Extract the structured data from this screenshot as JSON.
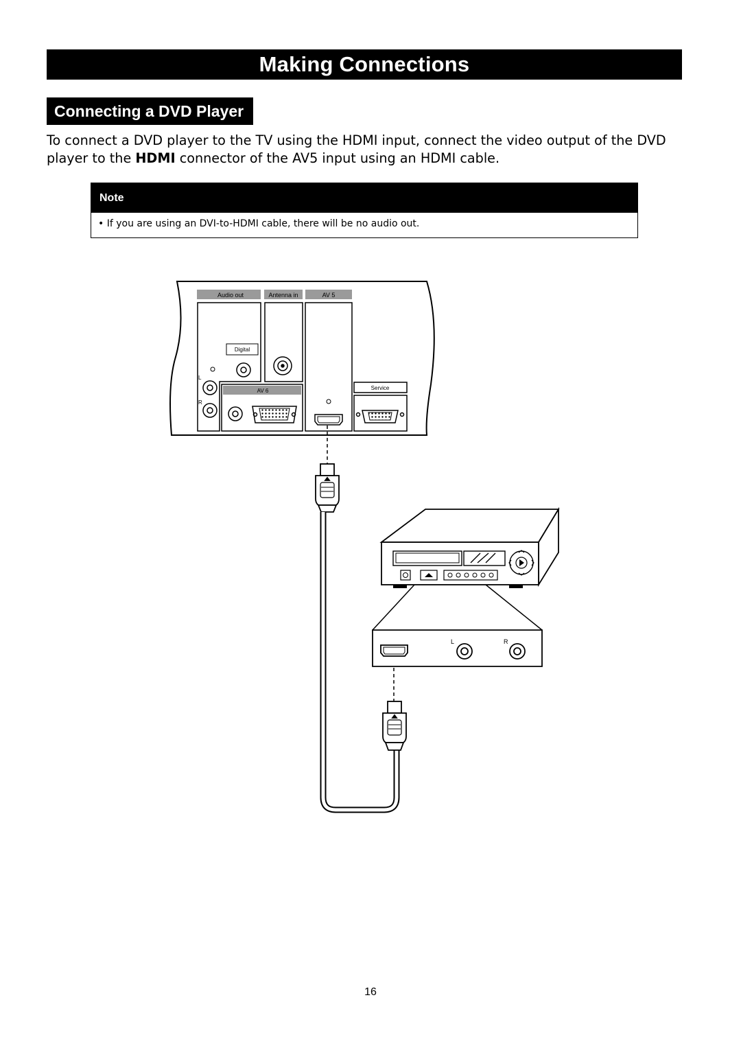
{
  "page": {
    "title": "Making Connections",
    "section": "Connecting a DVD Player",
    "intro_part1": "To connect a DVD player to the TV using the HDMI input, connect the video output of the DVD player to the ",
    "intro_bold": "HDMI",
    "intro_part2": " connector of the AV5 input using an HDMI cable.",
    "note_title": "Note",
    "note_text": "• If you are using an DVI-to-HDMI cable, there will be no audio out.",
    "page_number": "16"
  },
  "diagram": {
    "tv_panel": {
      "audio_out": "Audio out",
      "antenna_in": "Antenna in",
      "av5": "AV 5",
      "digital": "Digital",
      "av6": "AV 6",
      "service": "Service",
      "left": "L",
      "right": "R"
    },
    "dvd_rear": {
      "left": "L",
      "right": "R"
    }
  }
}
